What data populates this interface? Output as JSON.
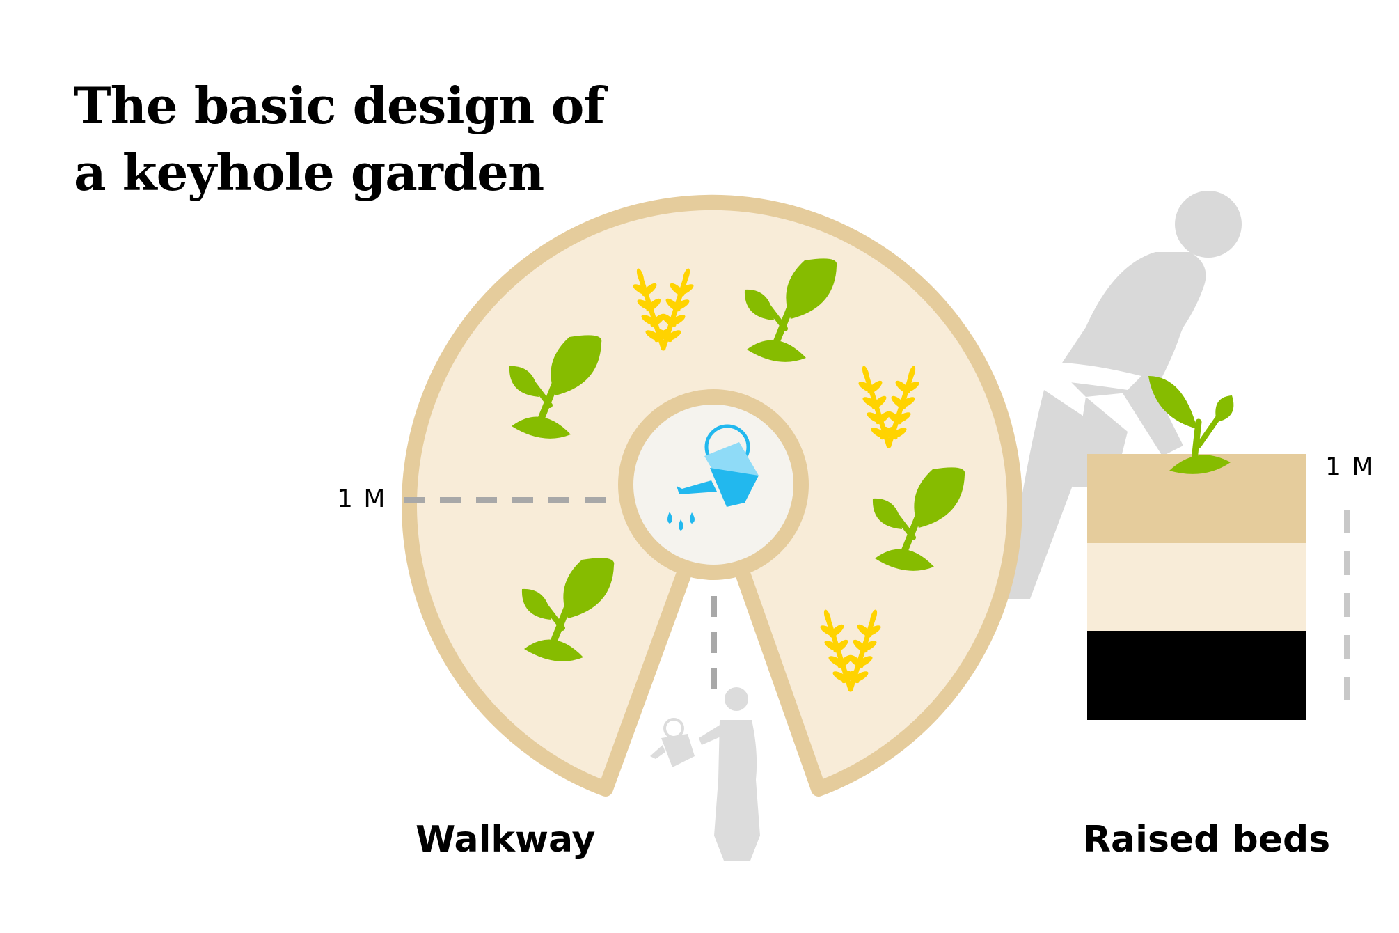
{
  "title": {
    "line1": "The basic design of",
    "line2": "a keyhole garden"
  },
  "labels": {
    "walkway": "Walkway",
    "raised_beds": "Raised beds",
    "measure_left": "1 M",
    "measure_right": "1 M"
  },
  "colors": {
    "ring": "#E5CC9C",
    "soil": "#F8ECD8",
    "basket_fill": "#F5F3EE",
    "seedling": "#86BC00",
    "wheat": "#FFD300",
    "water": "#22B8EE",
    "figure": "#D9D9D9",
    "bed_bottom": "#000000",
    "dash": "#A8A8A8"
  },
  "icons": [
    "seedling-icon",
    "wheat-icon",
    "watering-can-icon",
    "person-icon"
  ]
}
